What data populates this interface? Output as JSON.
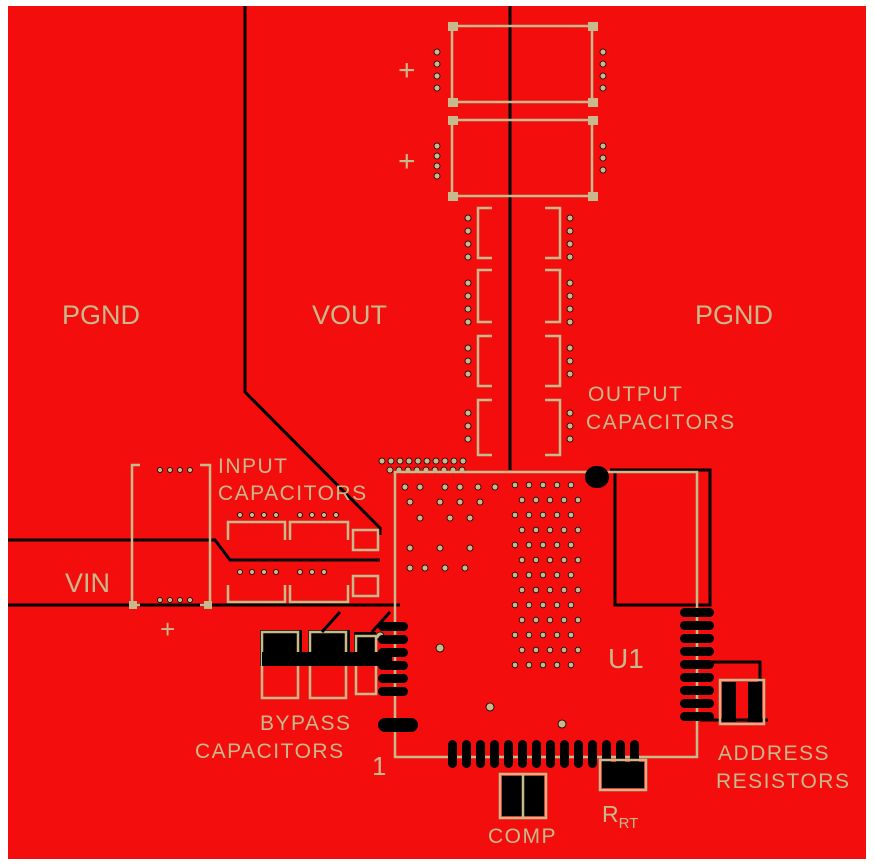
{
  "board": {
    "background_color": "#f40d0d",
    "copper_color": "#f40d0d",
    "silkscreen_color": "#c8b98c",
    "trace_color": "#000000"
  },
  "nets": {
    "pgnd_left": "PGND",
    "vout": "VOUT",
    "pgnd_right": "PGND",
    "vin": "VIN"
  },
  "labels": {
    "output_caps_line1": "OUTPUT",
    "output_caps_line2": "CAPACITORS",
    "input_caps_line1": "INPUT",
    "input_caps_line2": "CAPACITORS",
    "bypass_caps_line1": "BYPASS",
    "bypass_caps_line2": "CAPACITORS",
    "address_res_line1": "ADDRESS",
    "address_res_line2": "RESISTORS",
    "comp": "COMP",
    "rrt_main": "R",
    "rrt_sub": "RT",
    "u1": "U1",
    "pin1": "1",
    "plus_top1": "+",
    "plus_top2": "+",
    "plus_input": "+"
  }
}
